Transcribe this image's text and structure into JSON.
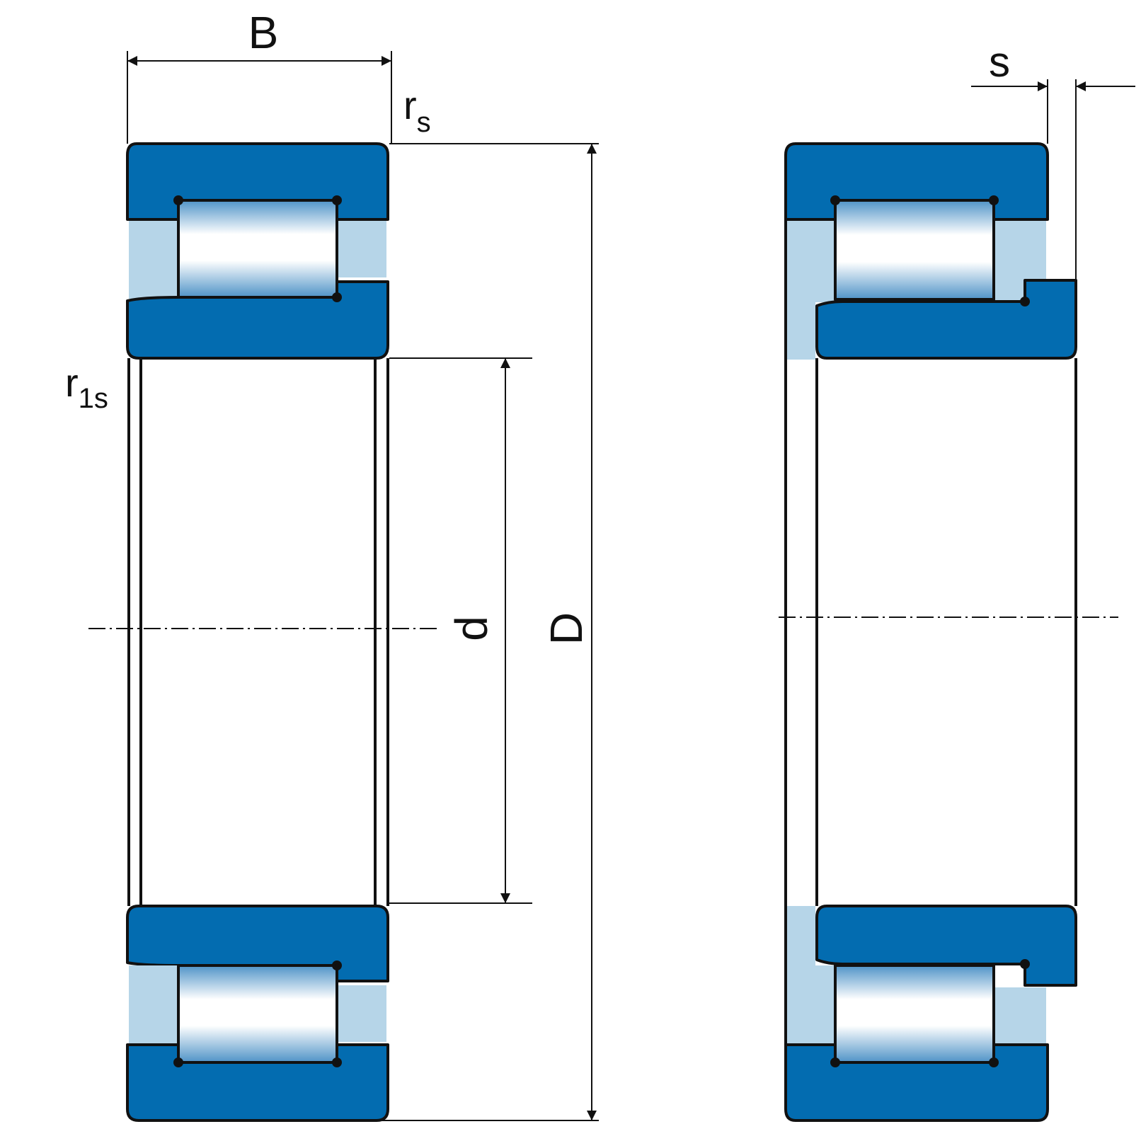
{
  "labels": {
    "width": "B",
    "outer_radius": "r",
    "outer_radius_sub": "s",
    "inner_radius": "r",
    "inner_radius_sub": "1s",
    "bore_diameter": "d",
    "outer_diameter": "D",
    "axial_displacement": "s"
  },
  "colors": {
    "ring": "#036cb0",
    "light_fill": "#b6d5e8",
    "outline": "#111111"
  },
  "views": [
    "side-section-view",
    "side-section-view-with-axial-displacement"
  ]
}
